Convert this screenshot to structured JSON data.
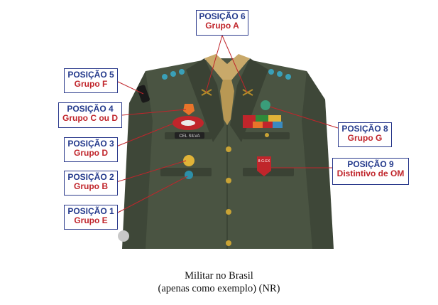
{
  "diagram": {
    "nametag_text": "CEL SILVA",
    "om_badge_text": "8-G-EX",
    "labels": [
      {
        "position": "POSIÇÃO 6",
        "group": "Grupo A"
      },
      {
        "position": "POSIÇÃO 5",
        "group": "Grupo F"
      },
      {
        "position": "POSIÇÃO 4",
        "group": "Grupo C ou D"
      },
      {
        "position": "POSIÇÃO 3",
        "group": "Grupo D"
      },
      {
        "position": "POSIÇÃO 2",
        "group": "Grupo B"
      },
      {
        "position": "POSIÇÃO 1",
        "group": "Grupo E"
      },
      {
        "position": "POSIÇÃO 8",
        "group": "Grupo G"
      },
      {
        "position": "POSIÇÃO 9",
        "group": "Distintivo de OM"
      }
    ]
  },
  "caption": {
    "line1": "Militar no Brasil",
    "line2": "(apenas como exemplo) (NR)"
  },
  "colors": {
    "uniform": "#4a5442",
    "uniform_shadow": "#3a4234",
    "shirt": "#c9a96a",
    "label_border": "#2b3a8c",
    "label_position_text": "#243a8c",
    "label_group_text": "#c0252b",
    "leader_line": "#c0252b"
  }
}
